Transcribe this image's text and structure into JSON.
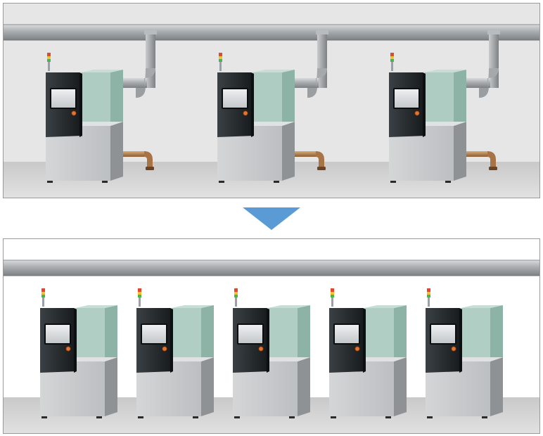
{
  "before_scene": {
    "machine_count": 3,
    "has_exhaust_ducts": true,
    "has_floor_pipes": true
  },
  "after_scene": {
    "machine_count": 5,
    "has_exhaust_ducts": false,
    "has_floor_pipes": false
  },
  "arrow": {
    "direction": "down",
    "color": "#5b9bd5"
  },
  "colors": {
    "before_wall": "#e6e6e6",
    "after_wall": "#ffffff",
    "floor": "#d6d6d6",
    "machine_panel": "#1e2326",
    "machine_body": "#c8cacc",
    "machine_glass": "#a7c9bd",
    "floor_pipe": "#b08050"
  }
}
